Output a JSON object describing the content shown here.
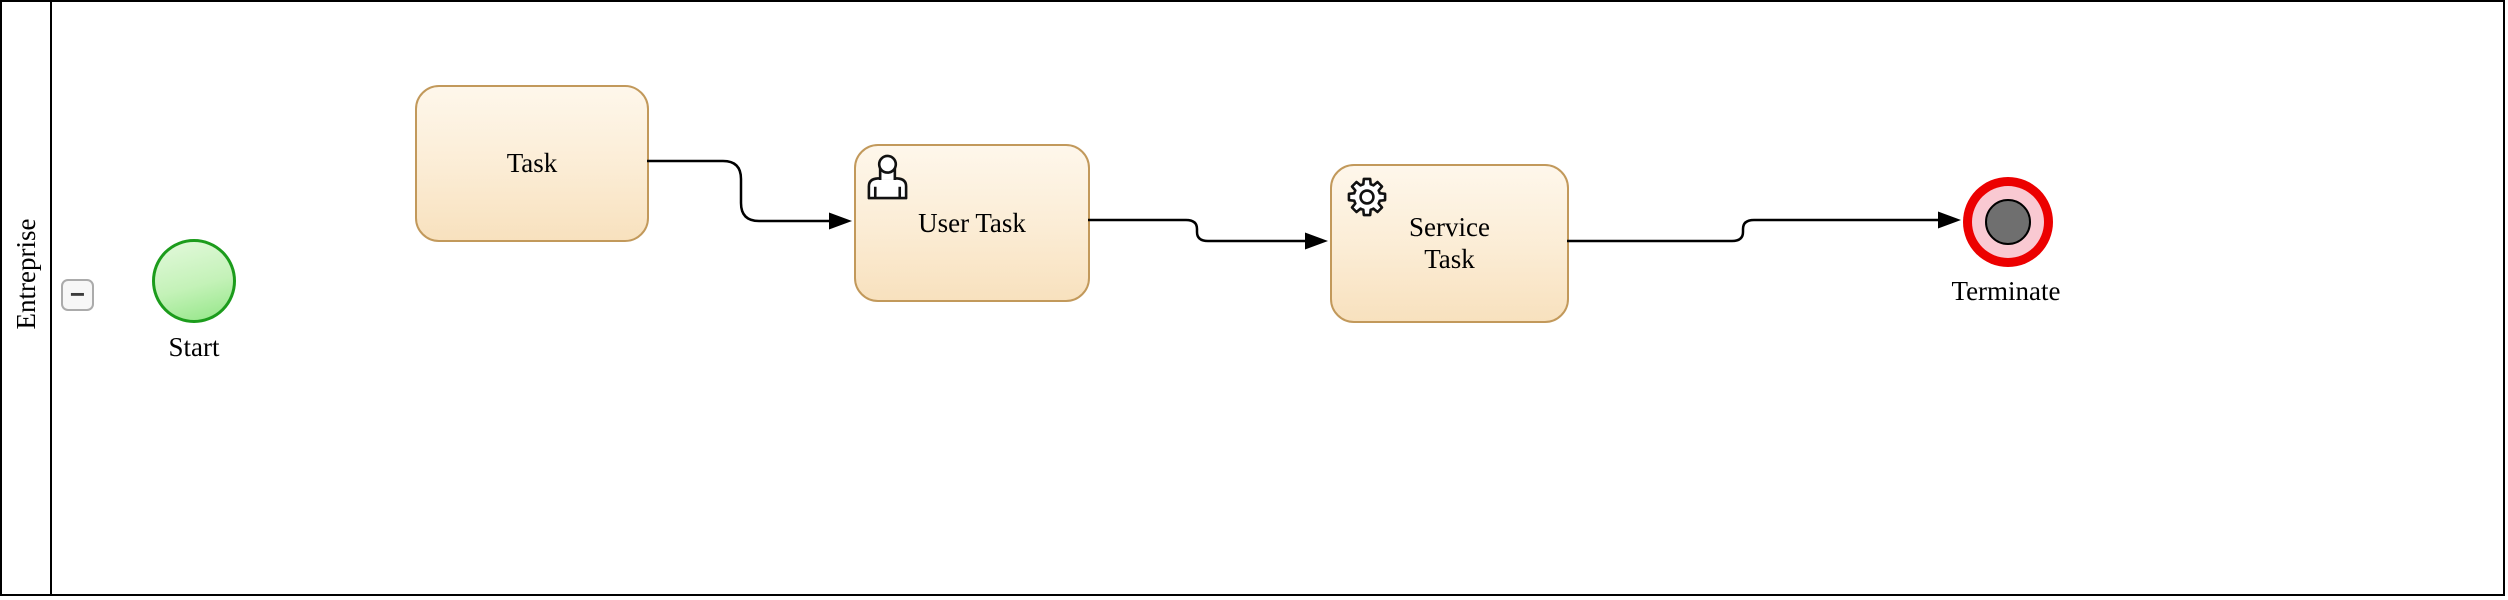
{
  "diagram": {
    "type": "bpmn-process",
    "pool": {
      "label": "Entreprise",
      "collapse_label": "−"
    },
    "nodes": {
      "start": {
        "type": "start-event",
        "label": "Start"
      },
      "task": {
        "type": "task",
        "label": "Task"
      },
      "user_task": {
        "type": "user-task",
        "label": "User Task",
        "icon": "user-icon"
      },
      "service_task": {
        "type": "service-task",
        "label": "Service Task",
        "icon": "gear-icon"
      },
      "terminate": {
        "type": "terminate-end-event",
        "label": "Terminate"
      }
    },
    "flows": [
      {
        "from": "task",
        "to": "user_task"
      },
      {
        "from": "user_task",
        "to": "service_task"
      },
      {
        "from": "service_task",
        "to": "terminate"
      }
    ],
    "colors": {
      "task_fill_top": "#FEF7EB",
      "task_fill_bottom": "#F8E1BE",
      "task_border": "#C2995B",
      "start_fill": "#A9EDA0",
      "start_border": "#1C9C1C",
      "terminate_ring": "#EC0000",
      "terminate_inner": "#F9C9D2",
      "terminate_core": "#6F6F6F",
      "edge": "#000000",
      "pool_border": "#000000"
    }
  }
}
